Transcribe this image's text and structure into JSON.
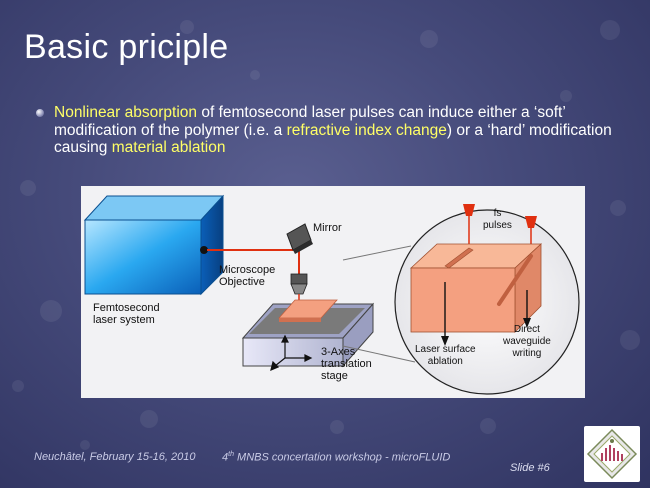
{
  "slide": {
    "title": "Basic priciple",
    "bullet": {
      "seg1": "Nonlinear absorption",
      "seg2": " of femtosecond laser pulses can induce either a ‘soft’ modification of the polymer (i.e. a ",
      "seg3": "refractive index change",
      "seg4": ") or a ‘hard’ modification causing ",
      "seg5": "material ablation"
    },
    "figure": {
      "mirror": "Mirror",
      "microscope_objective": "Microscope\nObjective",
      "femtosecond_laser": "Femtosecond\nlaser system",
      "translation_stage": "3-Axes\ntranslation\nstage",
      "fs_pulses": "fs\npulses",
      "laser_surface_ablation": "Laser surface\nablation",
      "direct_waveguide_writing": "Direct\nwaveguide\nwriting"
    },
    "footer": {
      "location_date": "Neuchâtel, February 15-16, 2010",
      "workshop_prefix": "4",
      "workshop_sup": "th",
      "workshop_rest": " MNBS concertation workshop - microFLUID",
      "slide_number": "Slide #6"
    },
    "colors": {
      "highlight": "#ffff66",
      "laser_beam": "#e03010",
      "laser_box": "#1a9fe0",
      "sample": "#f4a080"
    }
  }
}
